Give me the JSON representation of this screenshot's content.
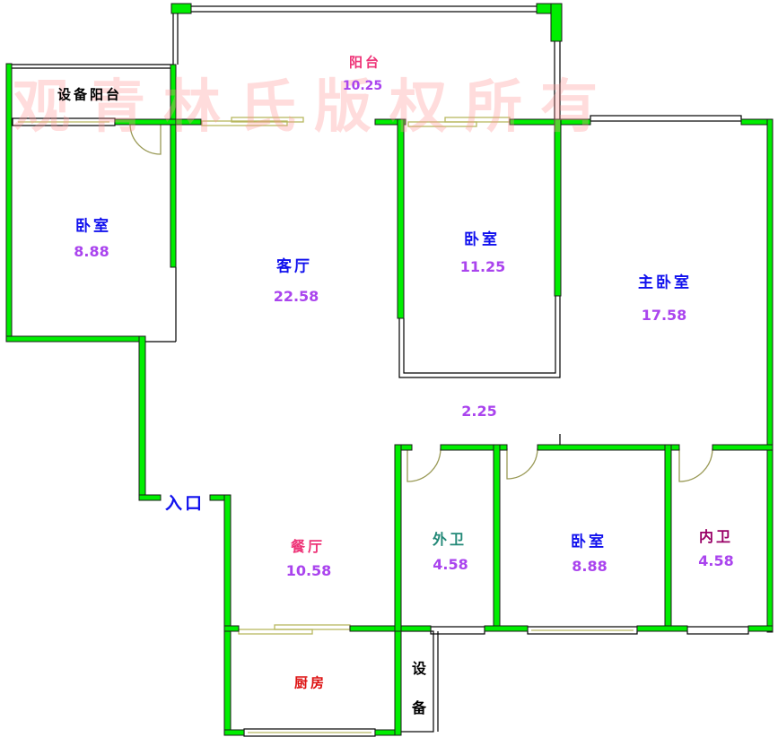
{
  "watermark": "观青林氏版权所有",
  "entrance": "入口",
  "colors": {
    "wall": "#00ee00",
    "wall_outline": "#000000",
    "window": "#cccc88",
    "name_blue": "#1111ee",
    "name_pink": "#ee3377",
    "name_teal": "#228877",
    "name_red": "#dd1111",
    "name_purple": "#990066",
    "area_purple": "#aa44ee"
  },
  "rooms": [
    {
      "id": "balcony",
      "name": "阳台",
      "area": "10.25",
      "name_color": "#ee3377"
    },
    {
      "id": "equipment-balcony",
      "name": "设备阳台",
      "area": "",
      "name_color": "#000000"
    },
    {
      "id": "bedroom-west",
      "name": "卧室",
      "area": "8.88",
      "name_color": "#1111ee"
    },
    {
      "id": "living-room",
      "name": "客厅",
      "area": "22.58",
      "name_color": "#1111ee"
    },
    {
      "id": "bedroom-middle",
      "name": "卧室",
      "area": "11.25",
      "name_color": "#1111ee"
    },
    {
      "id": "master-bedroom",
      "name": "主卧室",
      "area": "17.58",
      "name_color": "#1111ee"
    },
    {
      "id": "corridor",
      "name": "",
      "area": "2.25",
      "name_color": "#1111ee"
    },
    {
      "id": "dining-room",
      "name": "餐厅",
      "area": "10.58",
      "name_color": "#ee3377"
    },
    {
      "id": "guest-bathroom",
      "name": "外卫",
      "area": "4.58",
      "name_color": "#228877"
    },
    {
      "id": "bedroom-south",
      "name": "卧室",
      "area": "8.88",
      "name_color": "#1111ee"
    },
    {
      "id": "master-bathroom",
      "name": "内卫",
      "area": "4.58",
      "name_color": "#990066"
    },
    {
      "id": "kitchen",
      "name": "厨房",
      "area": "",
      "name_color": "#dd1111"
    }
  ],
  "equipment_shaft": {
    "chars": [
      "设",
      "备"
    ]
  }
}
